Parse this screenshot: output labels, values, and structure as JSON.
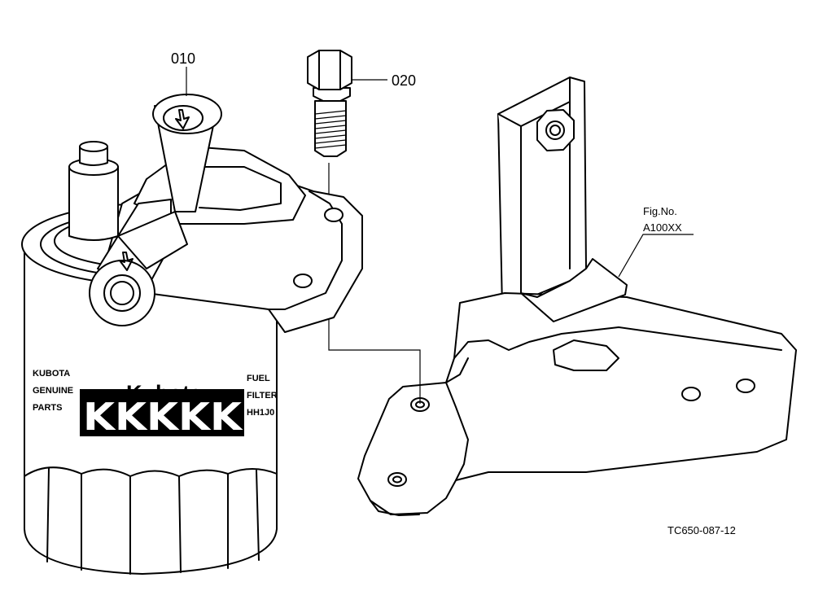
{
  "callouts": {
    "part_010": "010",
    "part_020": "020",
    "fig_ref_line1": "Fig.No.",
    "fig_ref_line2": "A100XX"
  },
  "filter_label": {
    "left_lines": [
      "KUBOTA",
      "GENUINE",
      "PARTS"
    ],
    "brand": "Kubota",
    "stripe": "KKKKK",
    "right_lines": [
      "FUEL",
      "FILTER",
      "HH1J0"
    ]
  },
  "drawing_code": "TC650-087-12"
}
